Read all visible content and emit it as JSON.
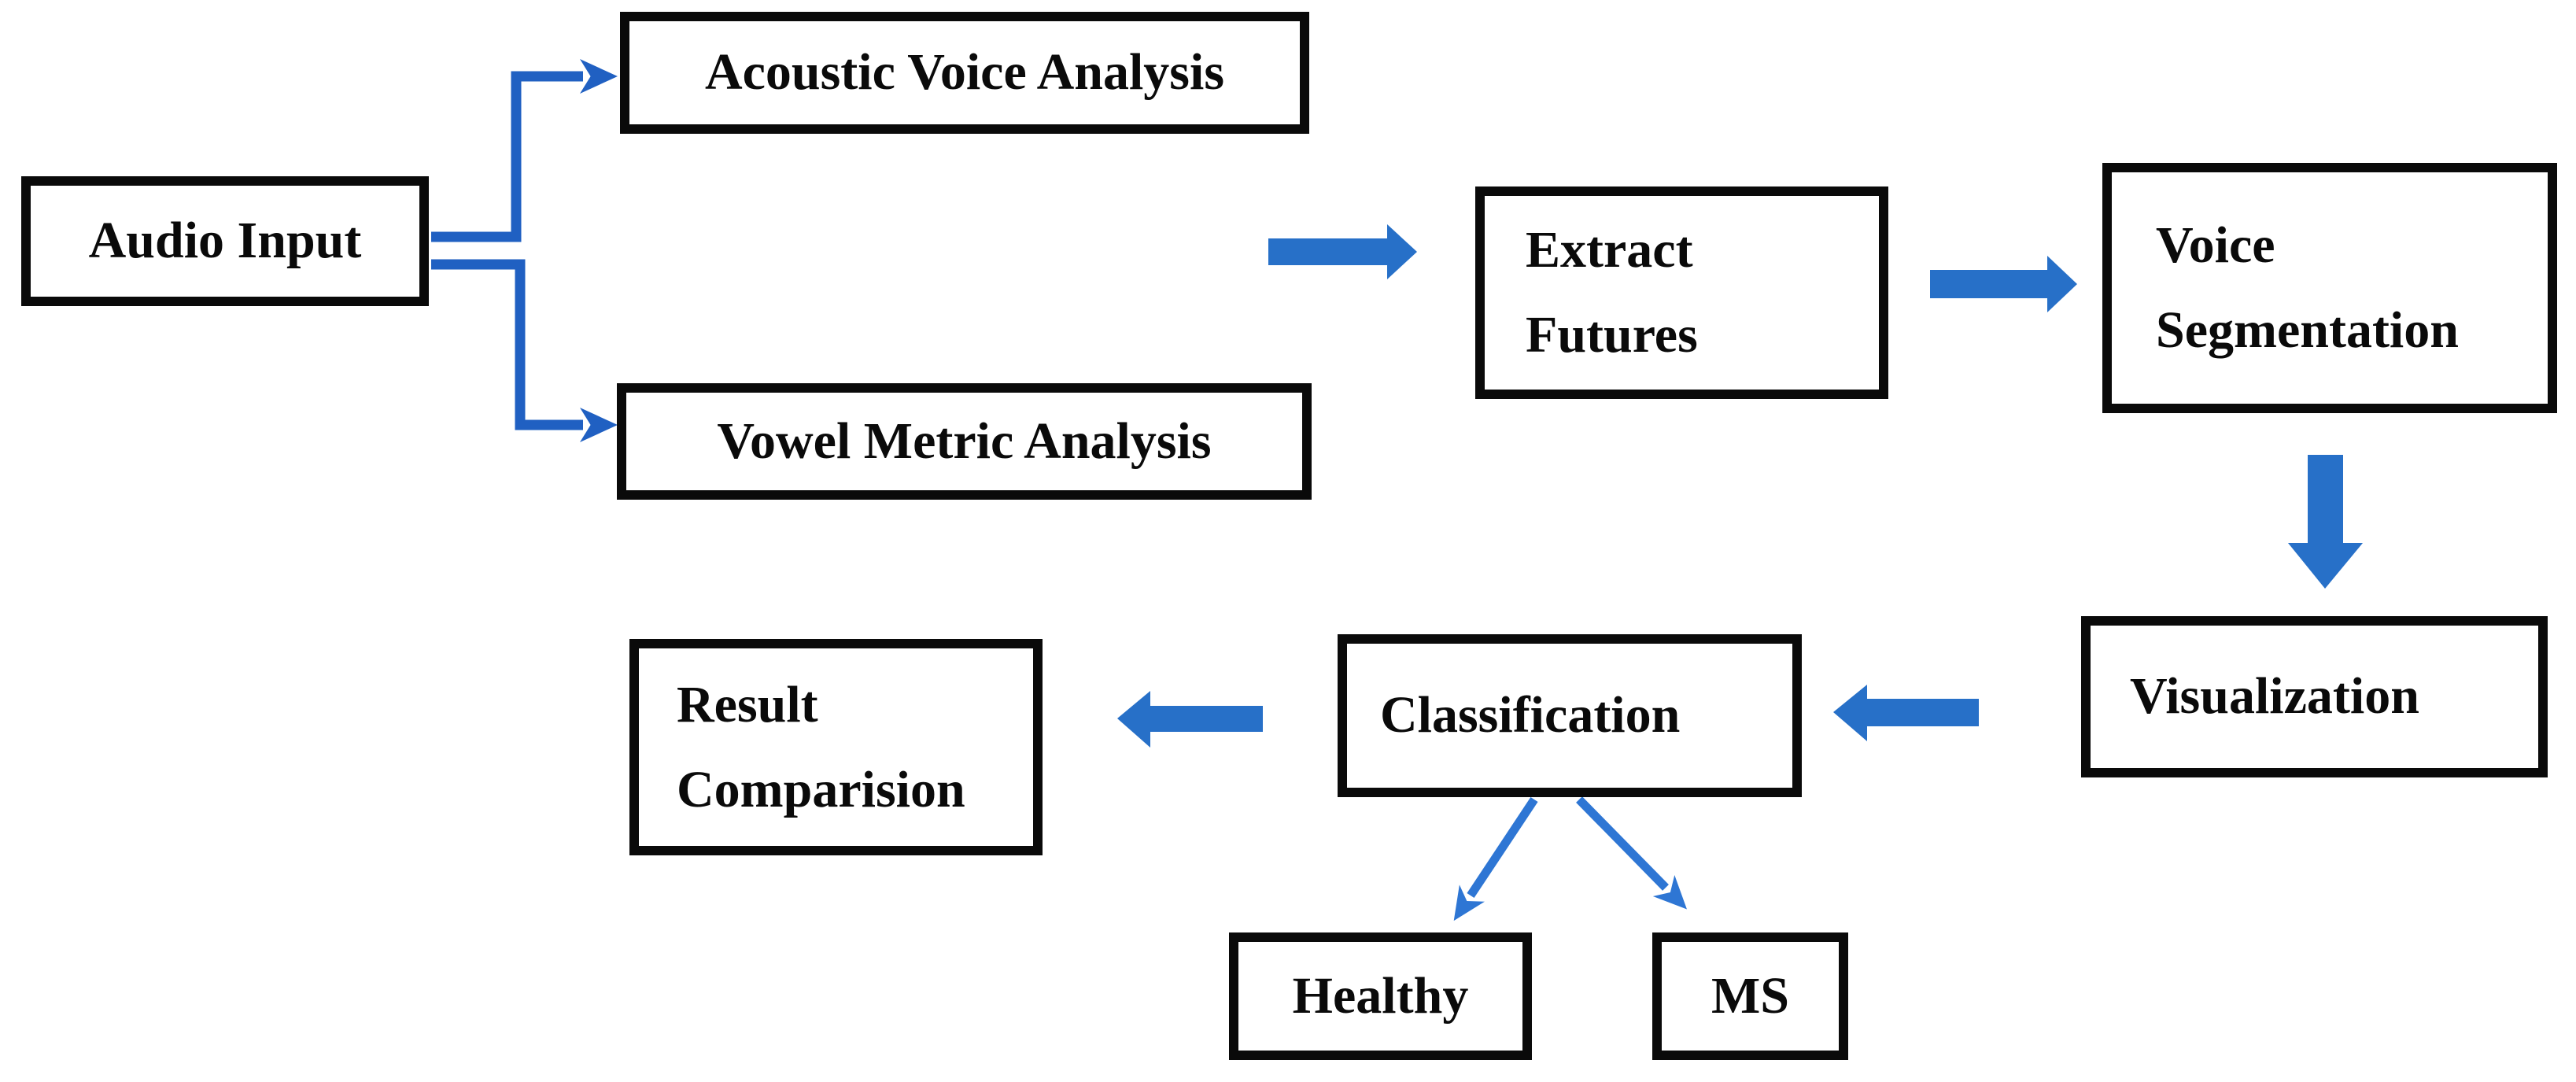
{
  "diagram": {
    "type": "flowchart",
    "background": "#ffffff",
    "colors": {
      "box_border": "#0a0a0a",
      "text": "#0a0a0a",
      "connector_blue": "#2060c2",
      "block_arrow_blue": "#2770c8",
      "branch_arrow_blue": "#2e76d4"
    },
    "nodes": {
      "audio_input": {
        "label": "Audio Input"
      },
      "acoustic_voice_analysis": {
        "label": "Acoustic Voice Analysis"
      },
      "vowel_metric_analysis": {
        "label": "Vowel Metric Analysis"
      },
      "extract_futures": {
        "line1": "Extract",
        "line2": "Futures"
      },
      "voice_segmentation": {
        "line1": "Voice",
        "line2": "Segmentation"
      },
      "visualization": {
        "label": "Visualization"
      },
      "classification": {
        "label": "Classification"
      },
      "result_comparision": {
        "line1": "Result",
        "line2": "Comparision"
      },
      "healthy": {
        "label": "Healthy"
      },
      "ms": {
        "label": "MS"
      }
    },
    "edges": [
      {
        "from": "audio_input",
        "to": "acoustic_voice_analysis",
        "style": "elbow-line"
      },
      {
        "from": "audio_input",
        "to": "vowel_metric_analysis",
        "style": "elbow-line"
      },
      {
        "from": "audio_input_branch",
        "to": "extract_futures",
        "style": "block-arrow"
      },
      {
        "from": "extract_futures",
        "to": "voice_segmentation",
        "style": "block-arrow"
      },
      {
        "from": "voice_segmentation",
        "to": "visualization",
        "style": "block-arrow"
      },
      {
        "from": "visualization",
        "to": "classification",
        "style": "block-arrow"
      },
      {
        "from": "classification",
        "to": "result_comparision",
        "style": "block-arrow"
      },
      {
        "from": "classification",
        "to": "healthy",
        "style": "thin-arrow"
      },
      {
        "from": "classification",
        "to": "ms",
        "style": "thin-arrow"
      }
    ]
  }
}
